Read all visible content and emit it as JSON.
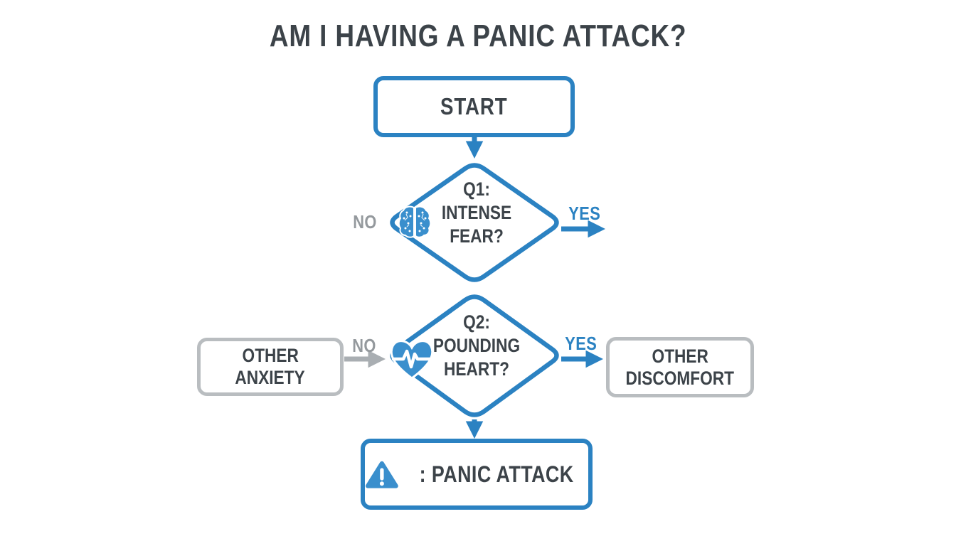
{
  "title": "AM I HAVING A PANIC ATTACK?",
  "colors": {
    "blue": "#2b82c2",
    "icon_blue": "#3a8fcd",
    "gray_border": "#b9bdc0",
    "gray_text": "#94999d",
    "dark_text": "#3c4349"
  },
  "nodes": {
    "start": {
      "label": "START"
    },
    "q1": {
      "lines": [
        "Q1:",
        "INTENSE",
        "FEAR?"
      ],
      "icon": "brain-icon",
      "no_label": "NO",
      "yes_label": "YES"
    },
    "q2": {
      "lines": [
        "Q2:",
        "POUNDING",
        "HEART?"
      ],
      "icon": "heart-ekg-icon",
      "no_label": "NO",
      "yes_label": "YES"
    },
    "other_anxiety": {
      "lines": [
        "OTHER",
        "ANXIETY"
      ]
    },
    "other_discomfort": {
      "lines": [
        "OTHER",
        "DISCOMFORT"
      ]
    },
    "panic": {
      "label": ": PANIC ATTACK",
      "icon": "warning-triangle-icon"
    }
  }
}
